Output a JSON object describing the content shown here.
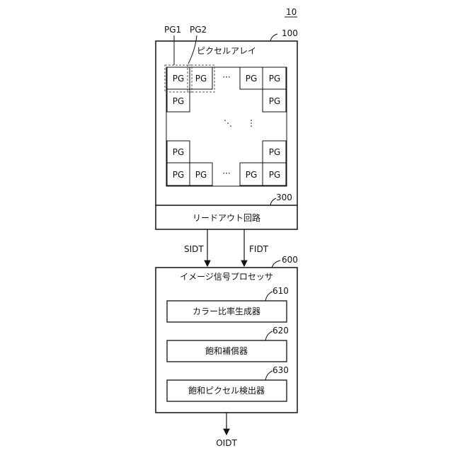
{
  "figure_number": "10",
  "pixel_array": {
    "ref": "100",
    "title": "ピクセルアレイ",
    "pixel_label": "PG",
    "pg1_label": "PG1",
    "pg2_label": "PG2",
    "ellipsis_h": "···",
    "ellipsis_d": "⋱",
    "ellipsis_v": "⋮"
  },
  "readout": {
    "ref": "300",
    "label": "リードアウト回路"
  },
  "signals": {
    "sidt": "SIDT",
    "fidt": "FIDT",
    "oidt": "OIDT"
  },
  "isp": {
    "ref": "600",
    "title": "イメージ信号プロセッサ",
    "blocks": [
      {
        "ref": "610",
        "label": "カラー比率生成器"
      },
      {
        "ref": "620",
        "label": "飽和補償器"
      },
      {
        "ref": "630",
        "label": "飽和ピクセル検出器"
      }
    ]
  }
}
